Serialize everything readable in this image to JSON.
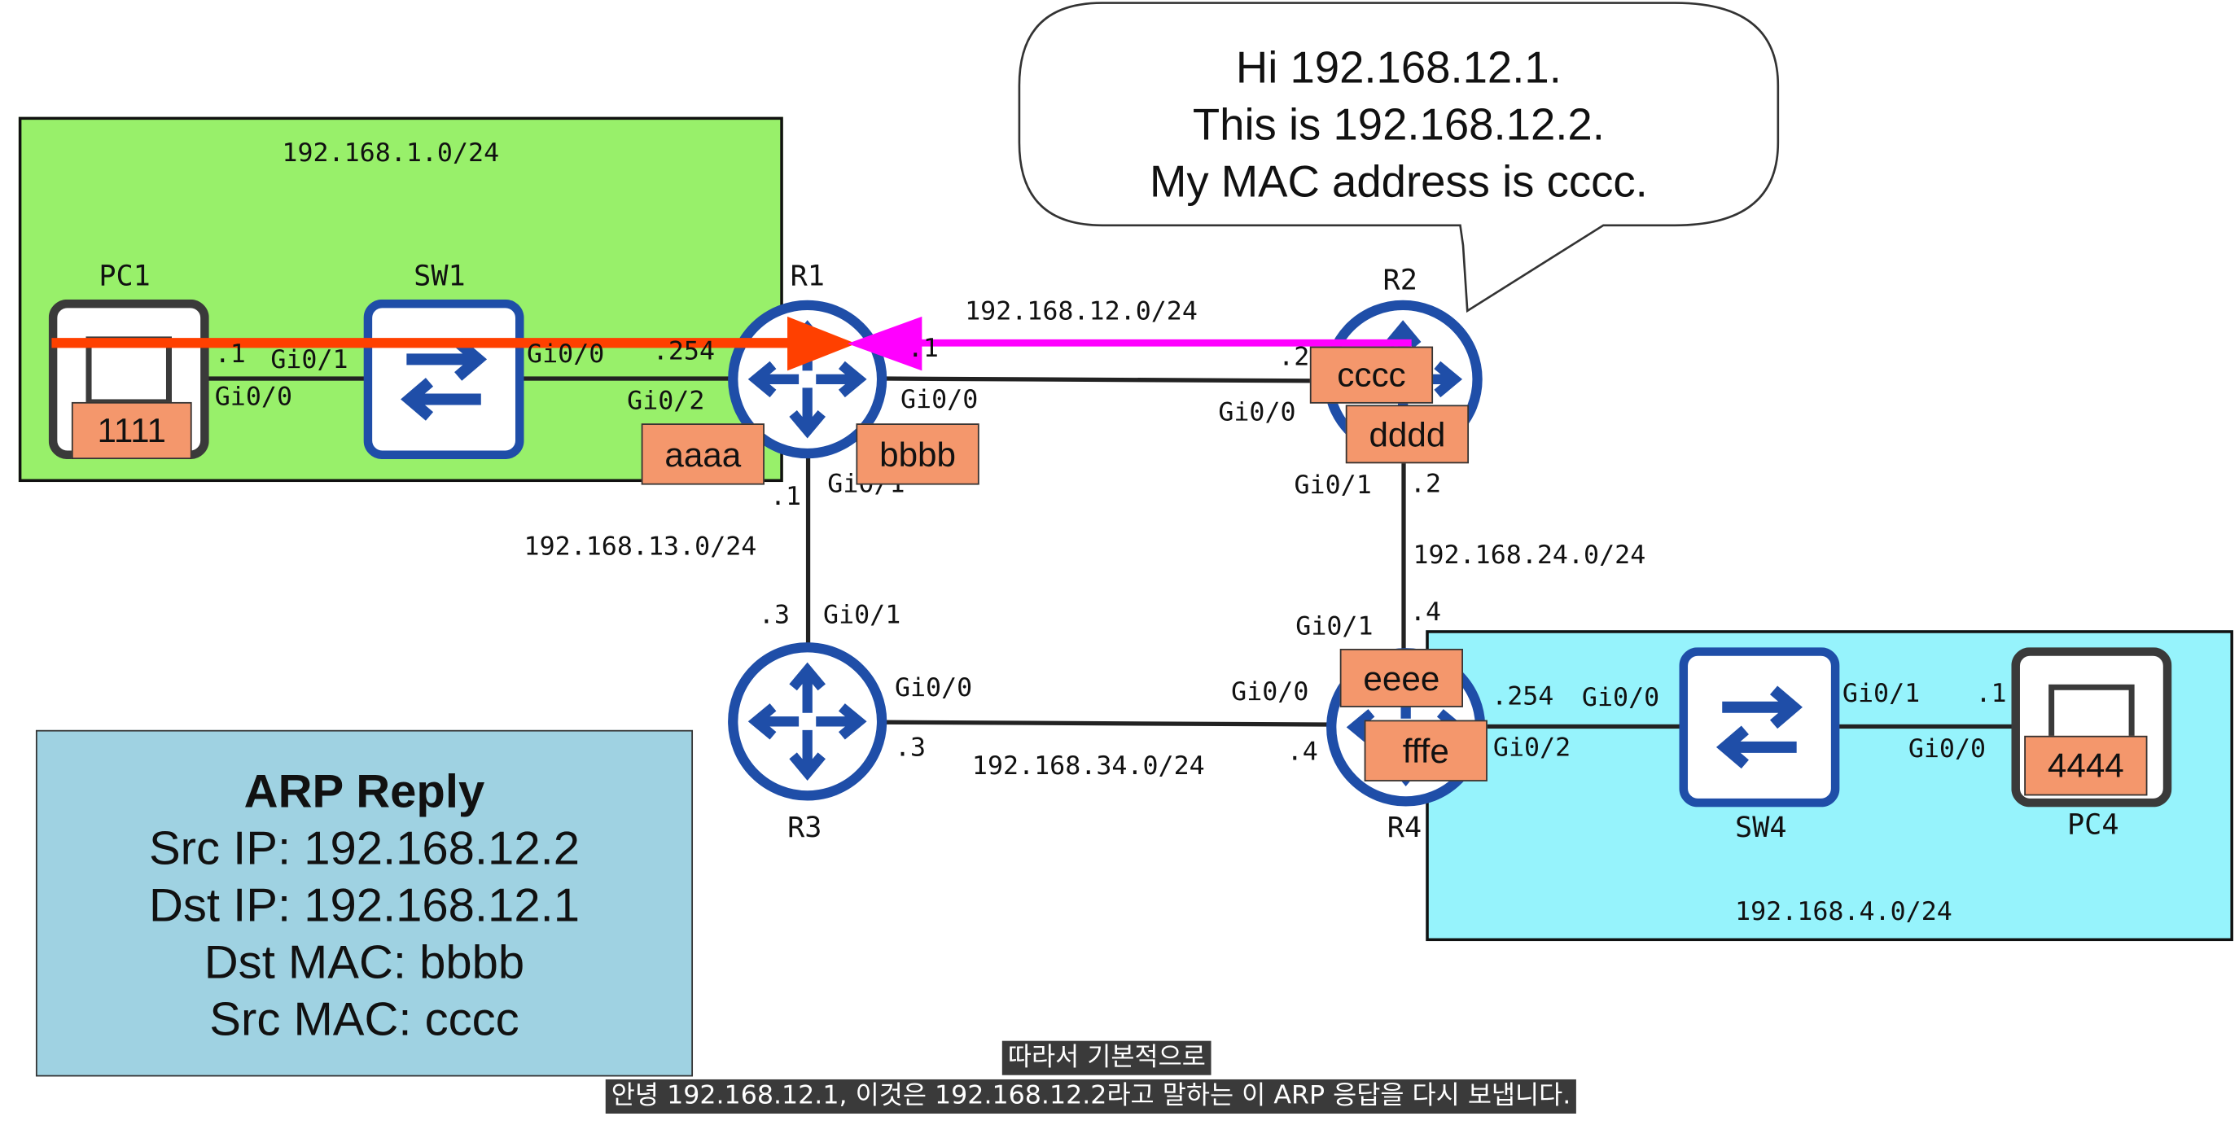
{
  "subnets": {
    "lan1": "192.168.1.0/24",
    "r1_r2": "192.168.12.0/24",
    "r1_r3": "192.168.13.0/24",
    "r2_r4": "192.168.24.0/24",
    "r3_r4": "192.168.34.0/24",
    "lan4": "192.168.4.0/24"
  },
  "devices": {
    "pc1": "PC1",
    "sw1": "SW1",
    "r1": "R1",
    "r2": "R2",
    "r3": "R3",
    "r4": "R4",
    "sw4": "SW4",
    "pc4": "PC4"
  },
  "interfaces": {
    "pc1_host": ".1",
    "pc1_gi00": "Gi0/0",
    "sw1_gi01": "Gi0/1",
    "sw1_gi00": "Gi0/0",
    "r1_lan_host": ".254",
    "r1_gi02": "Gi0/2",
    "r1_wan_host": ".1",
    "r1_gi00": "Gi0/0",
    "r1_down_host": ".1",
    "r1_gi01": "Gi0/1",
    "r2_host": ".2",
    "r2_gi00": "Gi0/0",
    "r2_gi01": "Gi0/1",
    "r2_down_host": ".2",
    "r3_host": ".3",
    "r3_gi01": "Gi0/1",
    "r3_gi00": "Gi0/0",
    "r3_right_host": ".3",
    "r4_up_host": ".4",
    "r4_gi01": "Gi0/1",
    "r4_gi00": "Gi0/0",
    "r4_left_host": ".4",
    "r4_lan_host": ".254",
    "r4_gi02": "Gi0/2",
    "sw4_gi00": "Gi0/0",
    "sw4_gi01": "Gi0/1",
    "pc4_host": ".1",
    "pc4_gi00": "Gi0/0"
  },
  "macs": {
    "pc1": "1111",
    "r1_g02": "aaaa",
    "r1_g00": "bbbb",
    "r2_g00": "cccc",
    "r2_g01": "dddd",
    "r4_g01": "eeee",
    "r4_g00": "fffe",
    "pc4": "4444"
  },
  "speech": {
    "line1": "Hi 192.168.12.1.",
    "line2": "This is 192.168.12.2.",
    "line3": "My MAC address is cccc."
  },
  "arp": {
    "title": "ARP Reply",
    "src_ip": "Src IP: 192.168.12.2",
    "dst_ip": "Dst IP: 192.168.12.1",
    "dst_mac": "Dst MAC: bbbb",
    "src_mac": "Src MAC: cccc"
  },
  "subtitles": {
    "line1": "따라서 기본적으로",
    "line2": "안녕 192.168.12.1, 이것은 192.168.12.2라고 말하는 이 ARP 응답을 다시 보냅니다."
  },
  "colors": {
    "lan1_zone": "#98f06a",
    "lan4_zone": "#96f3fc",
    "device_blue": "#1f4ea8",
    "arrow_red": "#ff4000",
    "arrow_magenta": "#ff00ff",
    "mac_tag": "#f4976c",
    "arp_box": "#9fd2e2"
  }
}
